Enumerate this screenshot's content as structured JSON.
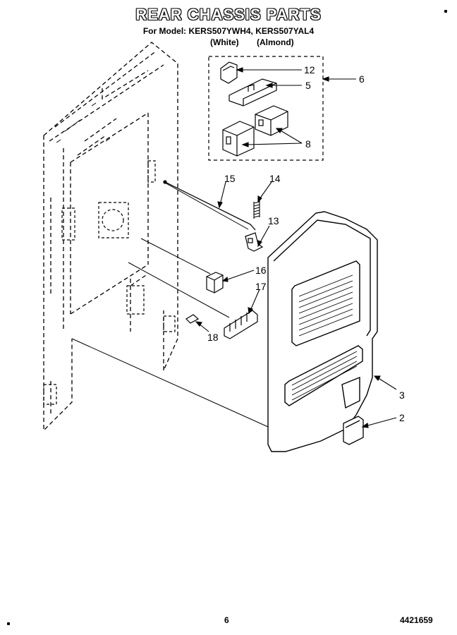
{
  "header": {
    "title": "REAR CHASSIS PARTS",
    "subtitle": "For Model: KERS507YWH4, KERS507YAL4",
    "variant_white": "(White)",
    "variant_almond": "(Almond)"
  },
  "callouts": {
    "c12": "12",
    "c5": "5",
    "c6": "6",
    "c8": "8",
    "c15": "15",
    "c14": "14",
    "c13": "13",
    "c16": "16",
    "c17": "17",
    "c18": "18",
    "c3": "3",
    "c2": "2"
  },
  "footer": {
    "page_number": "6",
    "doc_number": "4421659"
  }
}
